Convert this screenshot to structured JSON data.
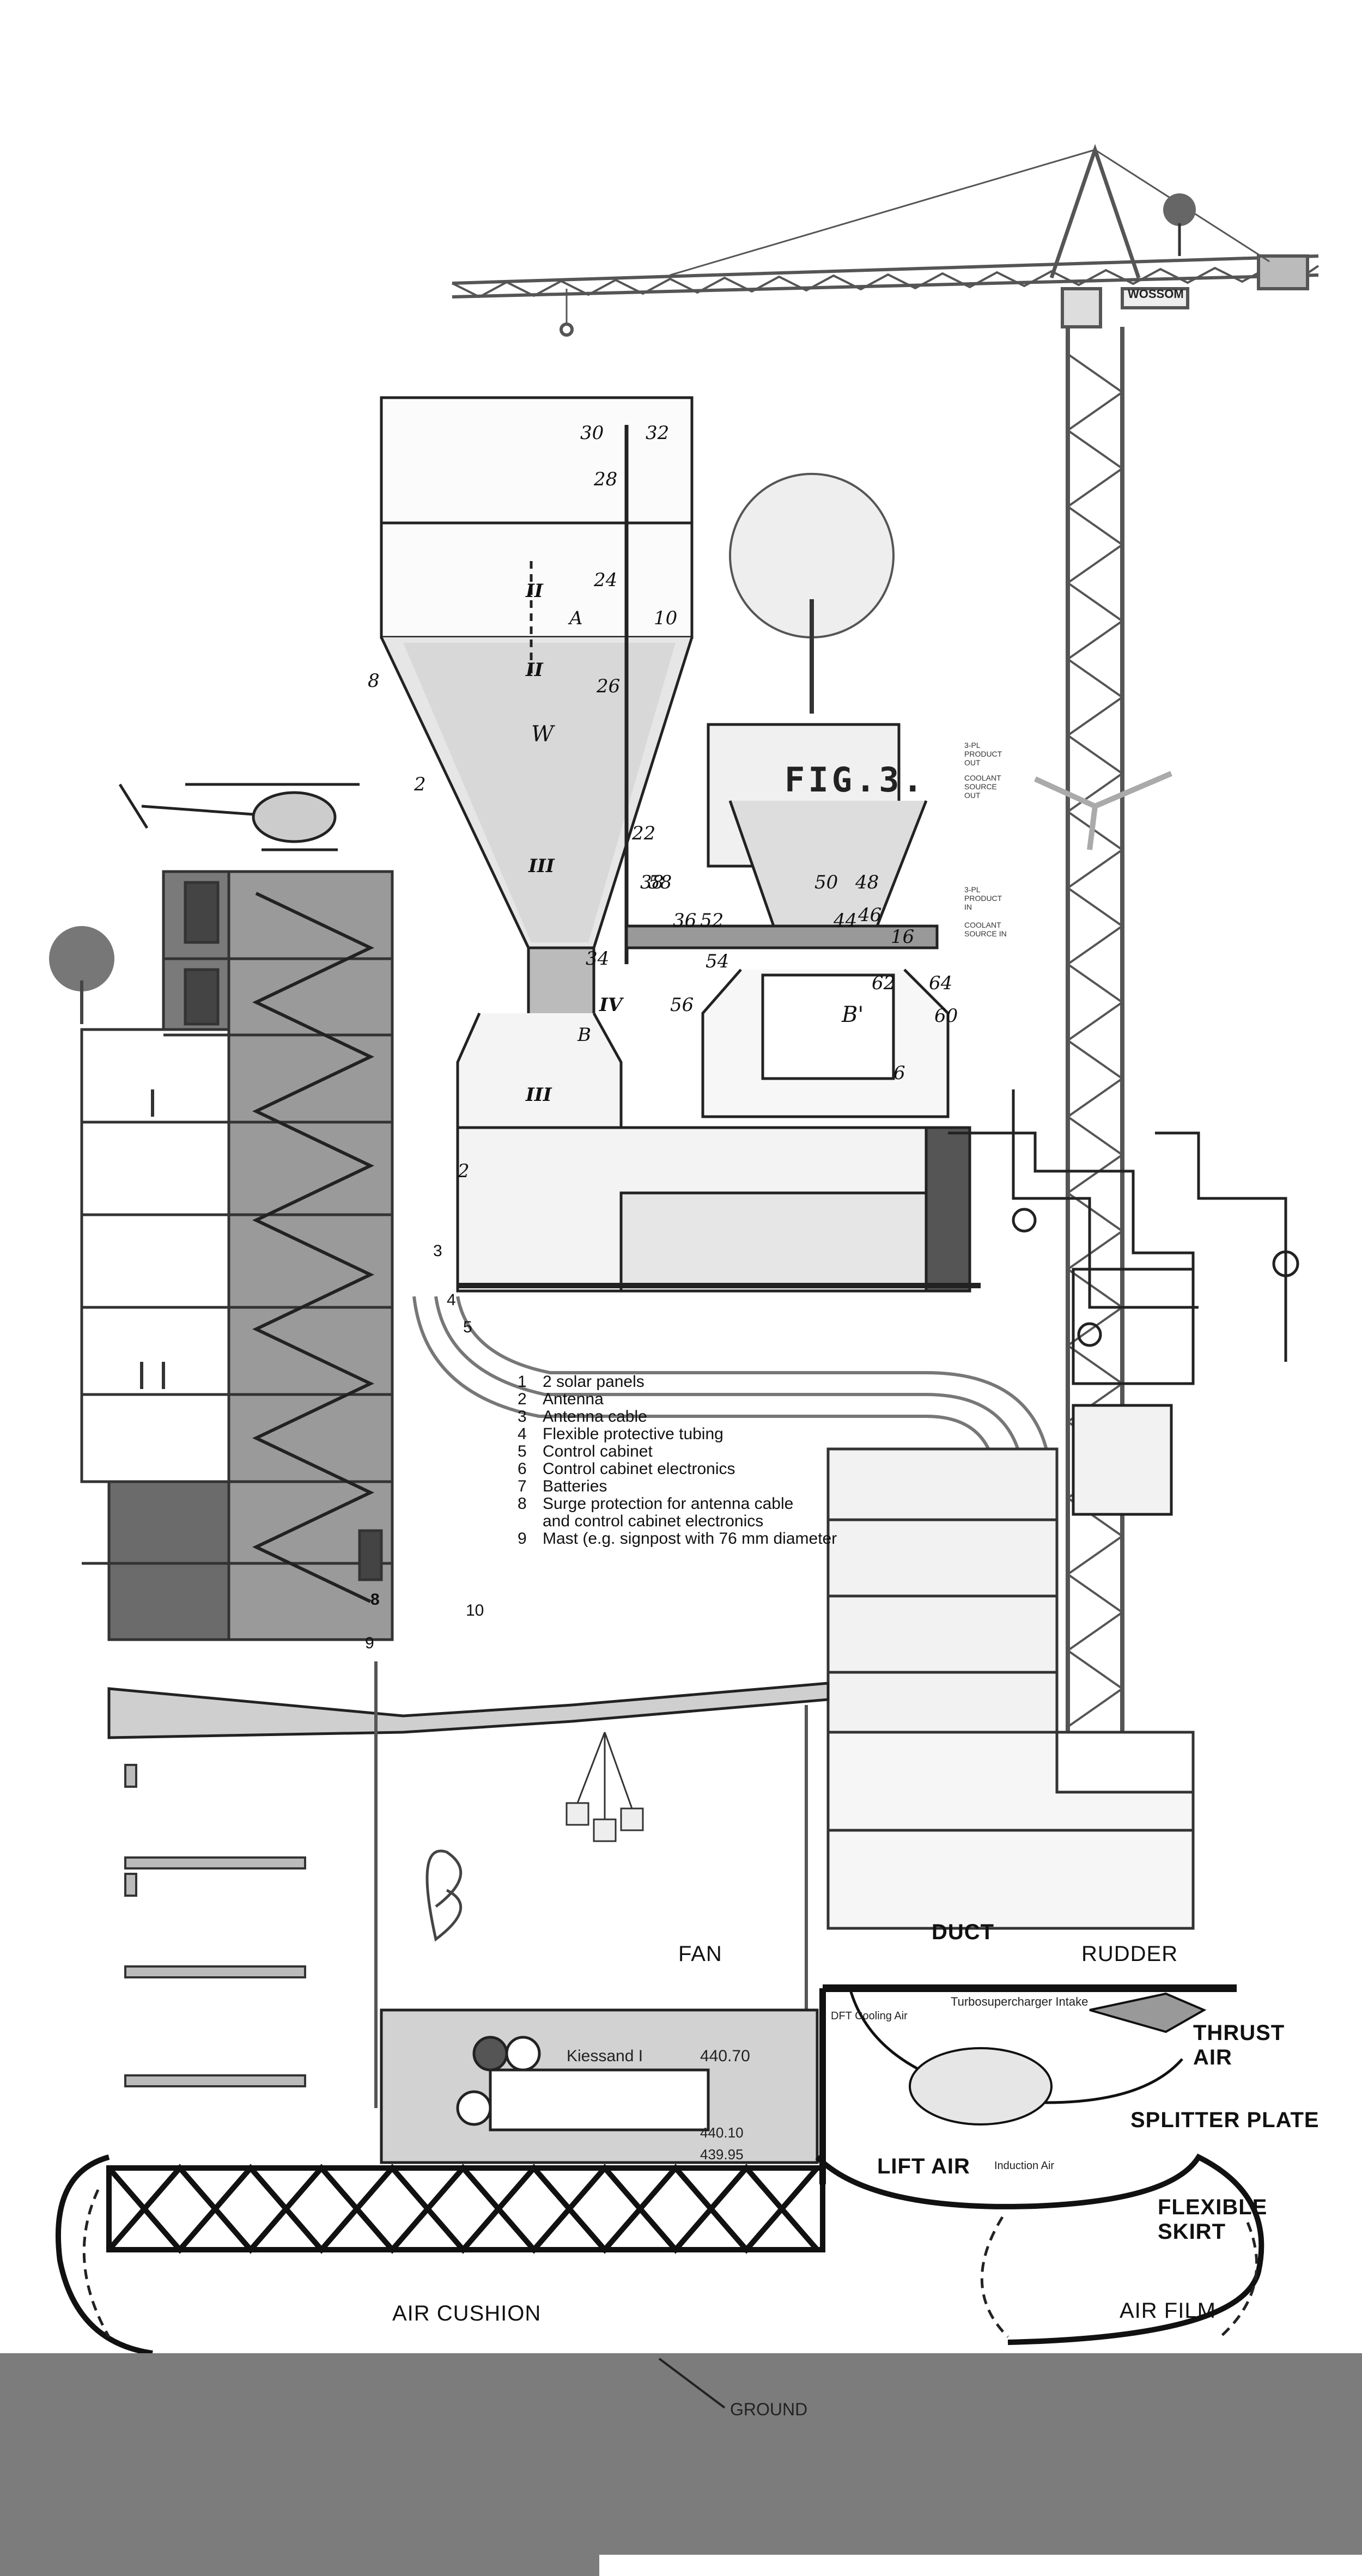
{
  "crane": {
    "brand": "WOSSOM"
  },
  "figure": {
    "title": "FIG.3.",
    "hand_labels": [
      "30",
      "32",
      "28",
      "24",
      "A",
      "II",
      "II",
      "10",
      "8",
      "26",
      "W",
      "2",
      "22",
      "III",
      "34",
      "54",
      "36",
      "56",
      "58",
      "52",
      "50",
      "48",
      "46",
      "44",
      "16",
      "62",
      "64",
      "B'",
      "60",
      "6",
      "III",
      "IV",
      "B",
      "2",
      "38"
    ]
  },
  "small_labels": [
    "3-PL PRODUCT OUT",
    "COOLANT SOURCE OUT",
    "3-PL PRODUCT IN",
    "COOLANT SOURCE IN"
  ],
  "antenna_legend": {
    "callouts": [
      "3",
      "4",
      "5",
      "8",
      "9",
      "10"
    ],
    "items": [
      {
        "n": "1",
        "text": "2 solar panels"
      },
      {
        "n": "2",
        "text": "Antenna"
      },
      {
        "n": "3",
        "text": "Antenna cable"
      },
      {
        "n": "4",
        "text": "Flexible protective tubing"
      },
      {
        "n": "5",
        "text": "Control cabinet"
      },
      {
        "n": "6",
        "text": "Control cabinet electronics"
      },
      {
        "n": "7",
        "text": "Batteries"
      },
      {
        "n": "8",
        "text": "Surge protection for antenna cable"
      },
      {
        "n": "",
        "text": "and control cabinet electronics"
      },
      {
        "n": "9",
        "text": "Mast (e.g. signpost with 76 mm diameter"
      }
    ]
  },
  "basement": {
    "material": "Kiessand I",
    "levels": [
      "440.70",
      "440.10",
      "439.95"
    ]
  },
  "hovercraft": {
    "fan": "FAN",
    "duct": "DUCT",
    "rudder": "RUDDER",
    "thrust_air": [
      "THRUST",
      "AIR"
    ],
    "splitter_plate": "SPLITTER PLATE",
    "lift_air": "LIFT AIR",
    "flexible_skirt": [
      "FLEXIBLE",
      "SKIRT"
    ],
    "air_film": "AIR FILM",
    "air_cushion": "AIR CUSHION",
    "ground": "GROUND",
    "engine_labels": [
      "DFT Cooling Air",
      "Turbosupercharger Intake",
      "Induction Air"
    ]
  }
}
